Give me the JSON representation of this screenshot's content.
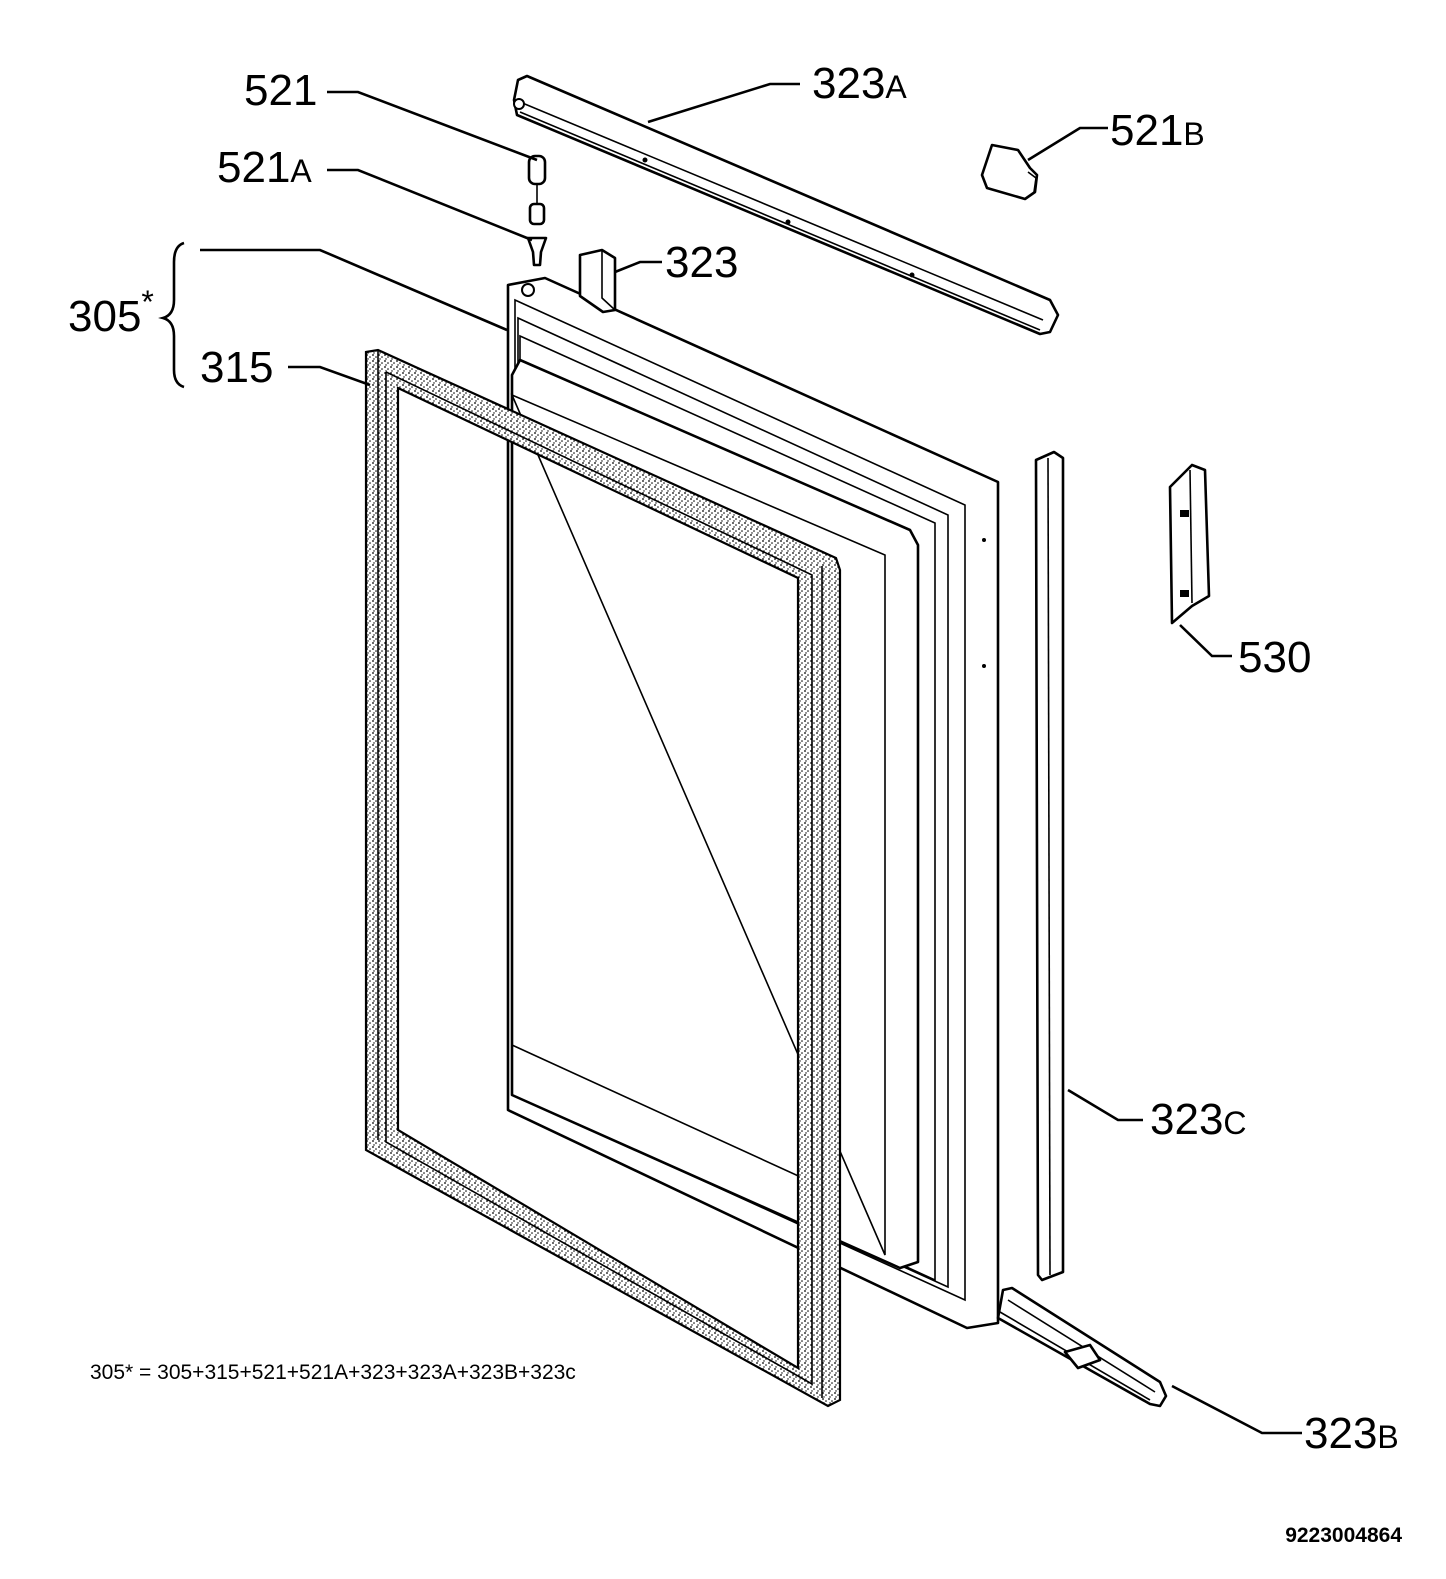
{
  "labels": {
    "l521": {
      "num": "521",
      "suffix": ""
    },
    "l521a": {
      "num": "521",
      "suffix": "A"
    },
    "l305": {
      "num": "305",
      "suffix": "*"
    },
    "l315": {
      "num": "315",
      "suffix": ""
    },
    "l323": {
      "num": "323",
      "suffix": ""
    },
    "l323a": {
      "num": "323",
      "suffix": "A"
    },
    "l521b": {
      "num": "521",
      "suffix": "B"
    },
    "l530": {
      "num": "530",
      "suffix": ""
    },
    "l323c": {
      "num": "323",
      "suffix": "C"
    },
    "l323b": {
      "num": "323",
      "suffix": "B"
    }
  },
  "formula": "305* = 305+315+521+521A+323+323A+323B+323c",
  "document_id": "9223004864",
  "colors": {
    "ink": "#000000",
    "paper": "#ffffff"
  }
}
